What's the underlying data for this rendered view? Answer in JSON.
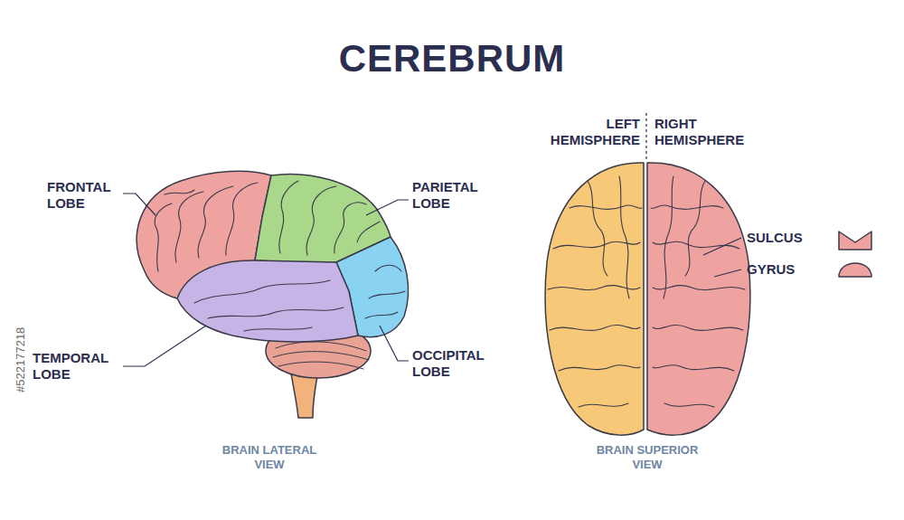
{
  "diagram": {
    "title": "CEREBRUM",
    "labels": [
      "FRONTAL LOBE",
      "PARIETAL LOBE",
      "LEFT HEMISPHERE",
      "RIGHT HEMISPHERE",
      "SULCUS",
      "GYRUS",
      "TEMPORAL LOBE",
      "OCCIPITAL LOBE",
      "BRAIN LATERAL VIEW",
      "BRAIN SUPERIOR VIEW",
      "#522177218"
    ]
  }
}
